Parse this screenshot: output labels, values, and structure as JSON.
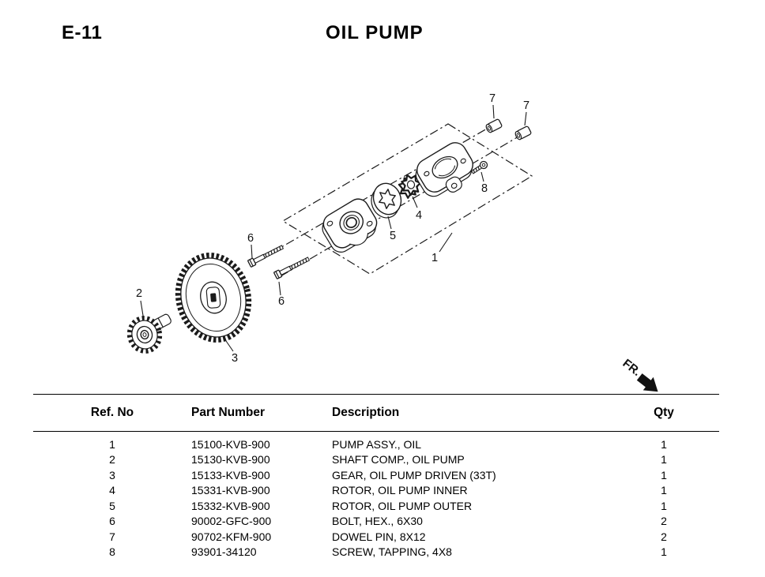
{
  "page": {
    "section_code": "E-11",
    "title": "OIL PUMP"
  },
  "diagram": {
    "fr_label": "FR.",
    "callouts": [
      "1",
      "2",
      "3",
      "4",
      "5",
      "6",
      "6",
      "7",
      "7",
      "8"
    ]
  },
  "table": {
    "headers": {
      "ref": "Ref. No",
      "part": "Part Number",
      "desc": "Description",
      "qty": "Qty"
    },
    "rows": [
      {
        "ref": "1",
        "part": "15100-KVB-900",
        "desc": "PUMP ASSY., OIL",
        "qty": "1"
      },
      {
        "ref": "2",
        "part": "15130-KVB-900",
        "desc": "SHAFT COMP., OIL PUMP",
        "qty": "1"
      },
      {
        "ref": "3",
        "part": "15133-KVB-900",
        "desc": "GEAR, OIL PUMP DRIVEN (33T)",
        "qty": "1"
      },
      {
        "ref": "4",
        "part": "15331-KVB-900",
        "desc": "ROTOR, OIL PUMP INNER",
        "qty": "1"
      },
      {
        "ref": "5",
        "part": "15332-KVB-900",
        "desc": "ROTOR, OIL PUMP OUTER",
        "qty": "1"
      },
      {
        "ref": "6",
        "part": "90002-GFC-900",
        "desc": "BOLT, HEX., 6X30",
        "qty": "2"
      },
      {
        "ref": "7",
        "part": "90702-KFM-900",
        "desc": "DOWEL PIN, 8X12",
        "qty": "2"
      },
      {
        "ref": "8",
        "part": "93901-34120",
        "desc": "SCREW, TAPPING, 4X8",
        "qty": "1"
      }
    ]
  },
  "colors": {
    "ink": "#1b1b1b",
    "rule": "#000000",
    "background": "#ffffff"
  }
}
